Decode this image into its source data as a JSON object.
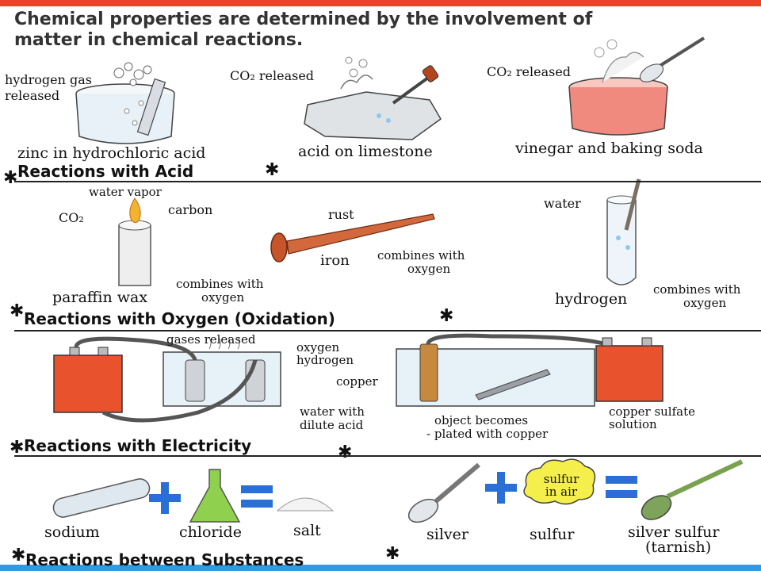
{
  "intro": "Chemical properties are determined by the involvement of matter in chemical reactions.",
  "acid": {
    "heading": "Reactions with Acid",
    "zinc": {
      "gas_label": "hydrogen gas",
      "released_label": "released",
      "caption": "zinc in hydrochloric acid"
    },
    "limestone": {
      "label": "CO₂ released",
      "caption": "acid on limestone"
    },
    "vinegar": {
      "label": "CO₂ released",
      "caption": "vinegar and baking soda"
    }
  },
  "oxygen": {
    "heading": "Reactions with Oxygen (Oxidation)",
    "candle": {
      "vapor": "water vapor",
      "co2": "CO₂",
      "carbon": "carbon",
      "caption": "paraffin wax",
      "combines": "combines with",
      "oxygen": "oxygen"
    },
    "nail": {
      "rust": "rust",
      "iron": "iron",
      "combines": "combines with",
      "oxygen": "oxygen"
    },
    "tube": {
      "water": "water",
      "caption": "hydrogen",
      "combines": "combines with",
      "oxygen": "oxygen"
    }
  },
  "electricity": {
    "heading": "Reactions with Electricity",
    "left": {
      "gases": "gases released",
      "oxygen": "oxygen",
      "hydrogen": "hydrogen",
      "water": "water with",
      "acid": "dilute acid"
    },
    "right": {
      "copper": "copper",
      "object": "object becomes",
      "plated": "- plated with copper",
      "sulfate": "copper sulfate",
      "solution": "solution"
    }
  },
  "substances": {
    "heading": "Reactions between Substances",
    "sodium": "sodium",
    "chloride": "chloride",
    "salt": "salt",
    "silver": "silver",
    "sulfur": "sulfur",
    "cloud_line1": "sulfur",
    "cloud_line2": "in air",
    "silver_sulfur": "silver sulfur",
    "tarnish": "(tarnish)"
  },
  "colors": {
    "top_bar": "#e8442a",
    "bottom_bar": "#2f9be0",
    "plus_equals": "#2a6fd6",
    "battery": "#e8532e"
  }
}
